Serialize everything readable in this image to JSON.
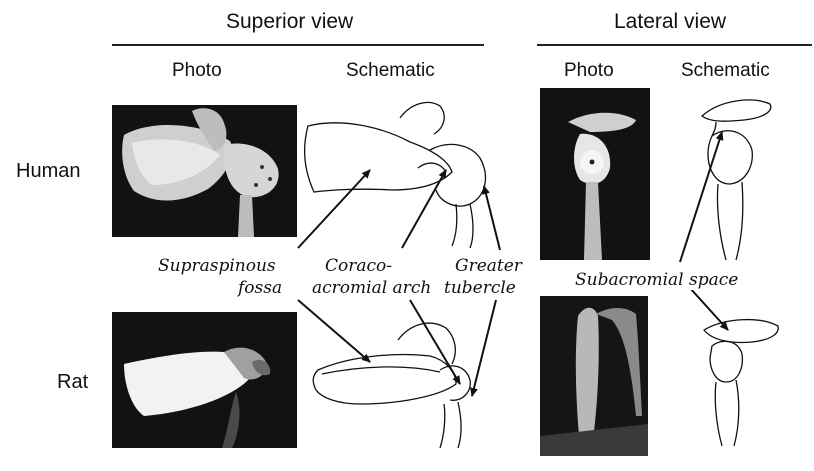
{
  "headers": {
    "superior": "Superior view",
    "lateral": "Lateral view"
  },
  "subheaders": {
    "sup_photo": "Photo",
    "sup_schematic": "Schematic",
    "lat_photo": "Photo",
    "lat_schematic": "Schematic"
  },
  "rows": {
    "human": "Human",
    "rat": "Rat"
  },
  "annotations": {
    "supraspinous_1": "Supraspinous",
    "supraspinous_2": "fossa",
    "coraco_1": "Coraco-",
    "coraco_2": "acromial arch",
    "greater_1": "Greater",
    "greater_2": "tubercle",
    "subacromial": "Subacromial space"
  }
}
